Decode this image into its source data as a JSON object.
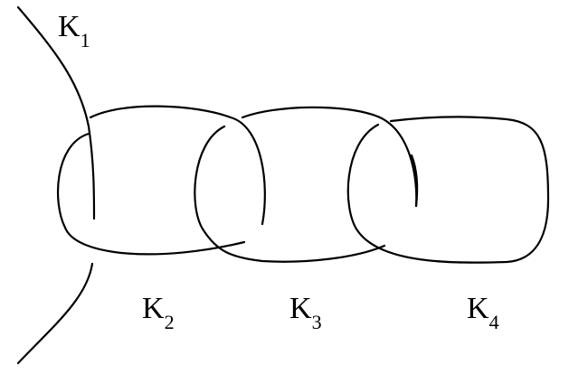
{
  "labels": {
    "k1": {
      "main": "K",
      "sub": "1"
    },
    "k2": {
      "main": "K",
      "sub": "2"
    },
    "k3": {
      "main": "K",
      "sub": "3"
    },
    "k4": {
      "main": "K",
      "sub": "4"
    }
  },
  "colors": {
    "stroke": "#000000",
    "background": "#ffffff"
  }
}
